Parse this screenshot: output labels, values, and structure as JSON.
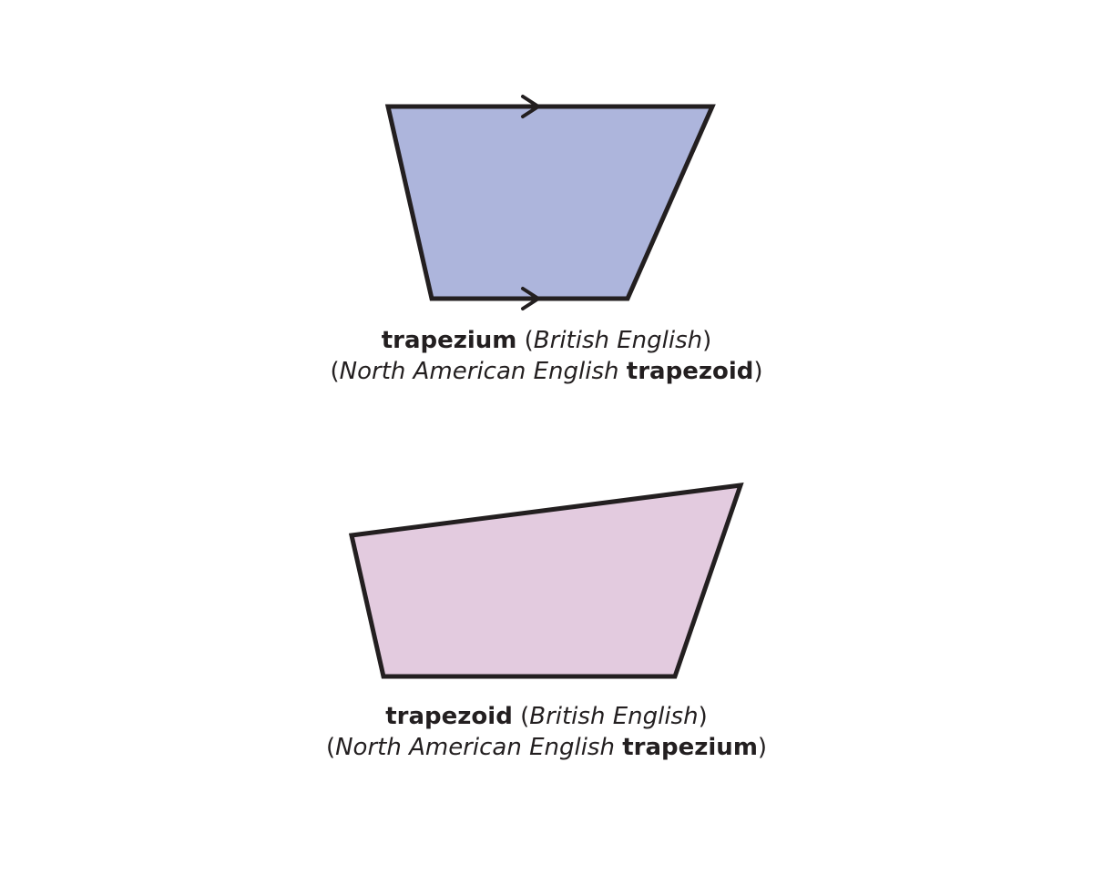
{
  "shapes": [
    {
      "id": "trapezium",
      "fill": "#adb5dc",
      "stroke": "#231f20",
      "parallel_marks": true,
      "caption": {
        "line1": {
          "term": "trapezium",
          "open_paren": " (",
          "region": "British English",
          "close_paren": ")"
        },
        "line2": {
          "open_paren": "(",
          "region": "North American English",
          "space": " ",
          "term": "trapezoid",
          "close_paren": ")"
        }
      }
    },
    {
      "id": "trapezoid",
      "fill": "#e3cbdf",
      "stroke": "#231f20",
      "parallel_marks": false,
      "caption": {
        "line1": {
          "term": "trapezoid",
          "open_paren": " (",
          "region": "British English",
          "close_paren": ")"
        },
        "line2": {
          "open_paren": "(",
          "region": "North American English",
          "space": " ",
          "term": "trapezium",
          "close_paren": ")"
        }
      }
    }
  ]
}
